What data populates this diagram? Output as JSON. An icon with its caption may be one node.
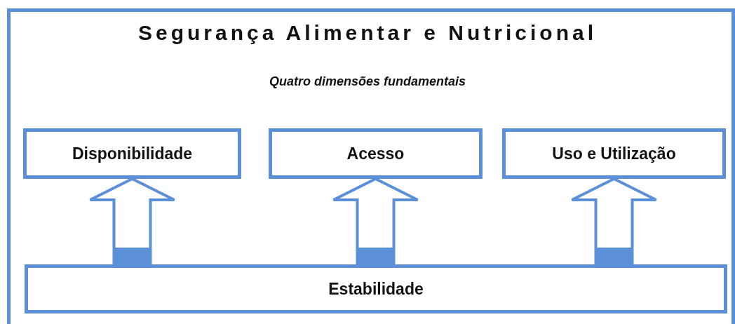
{
  "diagram": {
    "title": "Segurança Alimentar e Nutricional",
    "nodes": [
      {
        "text": [
          "Disponibilidade"
        ]
      },
      {
        "text": [
          "Acesso"
        ]
      },
      {
        "text": [
          "Uso e Utilização"
        ]
      },
      {
        "text": [
          "Estabilidade"
        ]
      }
    ],
    "edges": [
      {
        "from": 3,
        "to": 0,
        "arrow": "to"
      },
      {
        "from": 3,
        "to": 1,
        "arrow": "to"
      },
      {
        "from": 3,
        "to": 2,
        "arrow": "to"
      }
    ],
    "labels": [
      "Quatro dimensões fundamentais"
    ]
  }
}
